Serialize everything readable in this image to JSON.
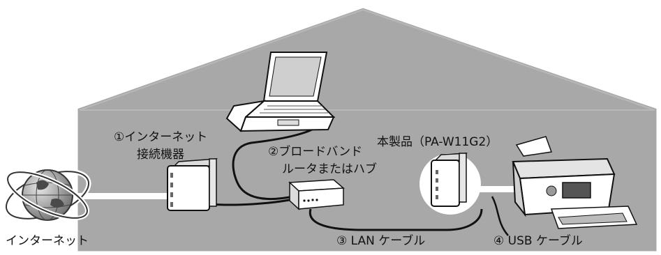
{
  "labels": {
    "internet_device_line1": "①インターネット",
    "internet_device_line2": "接続機器",
    "router_line1": "②ブロードバンド",
    "router_line2": "ルータまたはハブ",
    "product": "本製品（PA-W11G2）",
    "internet": "インターネット",
    "lan_cable": "③ LAN ケーブル",
    "usb_cable": "④ USB ケーブル"
  },
  "colors": {
    "house_fill": "#a8a8a8",
    "house_outline": "#ffffff",
    "cable": "#111111",
    "device_white": "#ffffff",
    "globe_dark": "#6b6b6b",
    "globe_light": "#d0d0d0"
  },
  "icons": [
    "globe-icon",
    "modem-icon",
    "laptop-icon",
    "router-icon",
    "access-point-icon",
    "printer-icon"
  ]
}
